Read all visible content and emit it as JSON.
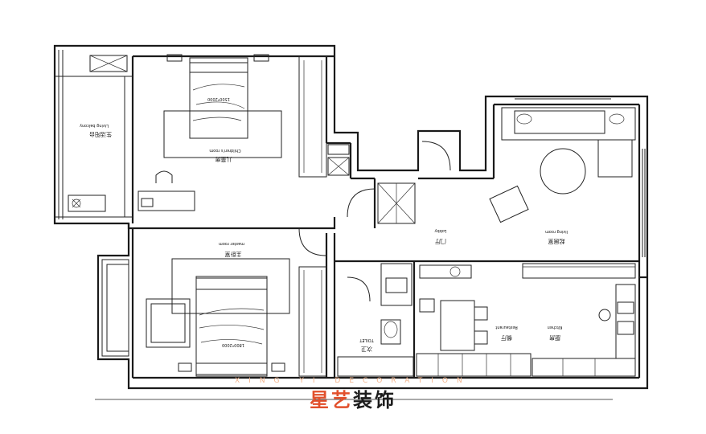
{
  "rooms": {
    "living_balcony": {
      "cn": "生活阳台",
      "en": "Living balcony"
    },
    "children_room": {
      "cn": "儿童房",
      "en": "Children's room"
    },
    "master_room": {
      "cn": "主卧室",
      "en": "master room"
    },
    "lobby": {
      "cn": "门厅",
      "en": "Lobby"
    },
    "living_room": {
      "cn": "起居室",
      "en": "living room"
    },
    "restaurant": {
      "cn": "餐厅",
      "en": "Restaurant"
    },
    "kitchen": {
      "cn": "厨房",
      "en": "Kitchen"
    },
    "toilet": {
      "cn": "次卫",
      "en": "TOILET"
    }
  },
  "bed_sizes": {
    "children_bed": "1500*2000",
    "master_bed": "1800*2000"
  },
  "watermark": "XING YI DECORATION",
  "brand": {
    "part1": "星艺",
    "part2": "装饰"
  },
  "colors": {
    "brand_red": "#e2502c",
    "brand_dark": "#1c1c1c",
    "watermark": "#f2b48c",
    "line": "#1a1a1a"
  }
}
